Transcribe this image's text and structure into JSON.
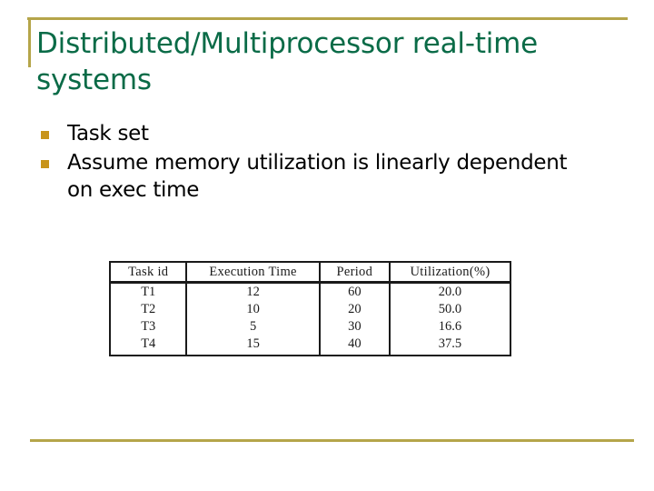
{
  "slide": {
    "title": "Distributed/Multiprocessor real-time systems",
    "title_color": "#0a6b47",
    "accent_color": "#b5a54a",
    "bullet_color": "#c8941a",
    "body_color": "#000000",
    "background_color": "#ffffff"
  },
  "bullets": [
    {
      "text": "Task set"
    },
    {
      "text": "Assume memory utilization is linearly dependent on exec time"
    }
  ],
  "table": {
    "headers": [
      "Task id",
      "Execution Time",
      "Period",
      "Utilization(%)"
    ],
    "rows": [
      {
        "task_id": "T1",
        "execution_time": "12",
        "period": "60",
        "utilization": "20.0"
      },
      {
        "task_id": "T2",
        "execution_time": "10",
        "period": "20",
        "utilization": "50.0"
      },
      {
        "task_id": "T3",
        "execution_time": "5",
        "period": "30",
        "utilization": "16.6"
      },
      {
        "task_id": "T4",
        "execution_time": "15",
        "period": "40",
        "utilization": "37.5"
      }
    ]
  }
}
